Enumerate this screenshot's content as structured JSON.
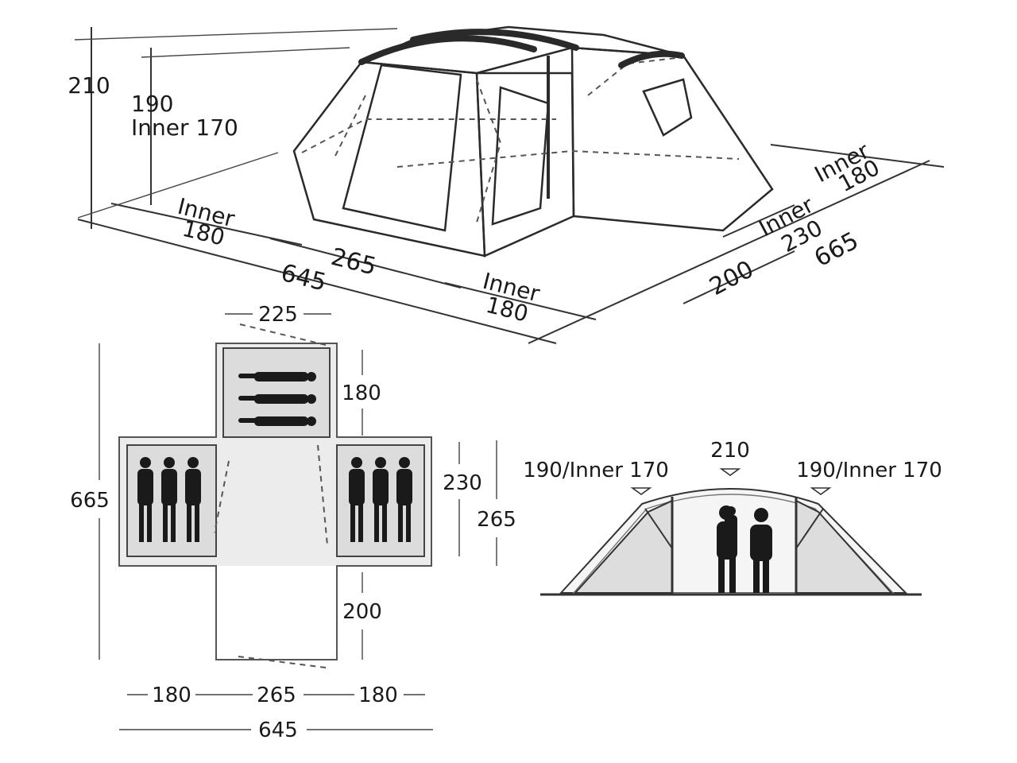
{
  "colors": {
    "ink": "#1a1a1a",
    "floor": "#eeeeee",
    "inner": "#dddddd",
    "window": "#d4d4d4"
  },
  "iso": {
    "total_height": "210",
    "inner_height_1": "190",
    "inner_height_2": "Inner 170",
    "left_inner_word": "Inner",
    "left_inner_val": "180",
    "front_len": "265",
    "total_len": "645",
    "front_inner_word": "Inner",
    "front_inner_val": "180",
    "right_inner1_word": "Inner",
    "right_inner1_val": "180",
    "right_inner2_word": "Inner",
    "right_inner2_val": "230",
    "right_porch": "200",
    "right_total": "665"
  },
  "plan": {
    "top_width": "225",
    "top_depth": "180",
    "total_depth": "665",
    "side_230": "230",
    "side_265": "265",
    "porch_200": "200",
    "bottom_left": "180",
    "bottom_mid": "265",
    "bottom_right": "180",
    "bottom_total": "645"
  },
  "section": {
    "center_height": "210",
    "left_height": "190/Inner 170",
    "right_height": "190/Inner 170"
  }
}
